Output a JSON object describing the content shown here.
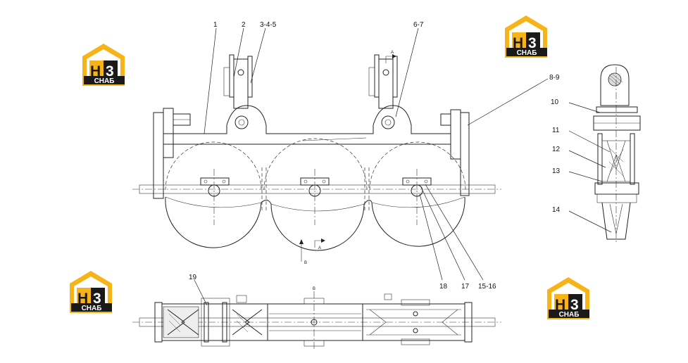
{
  "callouts": {
    "c1": "1",
    "c2": "2",
    "c345": "3-4-5",
    "c67": "6-7",
    "c89": "8-9",
    "c10": "10",
    "c11": "11",
    "c12": "12",
    "c13": "13",
    "c14": "14",
    "c18": "18",
    "c17": "17",
    "c1516": "15-16",
    "c19": "19"
  },
  "section_marks": {
    "a_top": "A",
    "a_bottom": "A",
    "b_bottom": "B",
    "b_plan": "B"
  },
  "logo": {
    "letter_h": "H",
    "letter_3": "3",
    "word": "СНАБ",
    "colors": {
      "roof": "#f6b41a",
      "block": "#f6b41a",
      "dark": "#1a1a1a"
    }
  }
}
